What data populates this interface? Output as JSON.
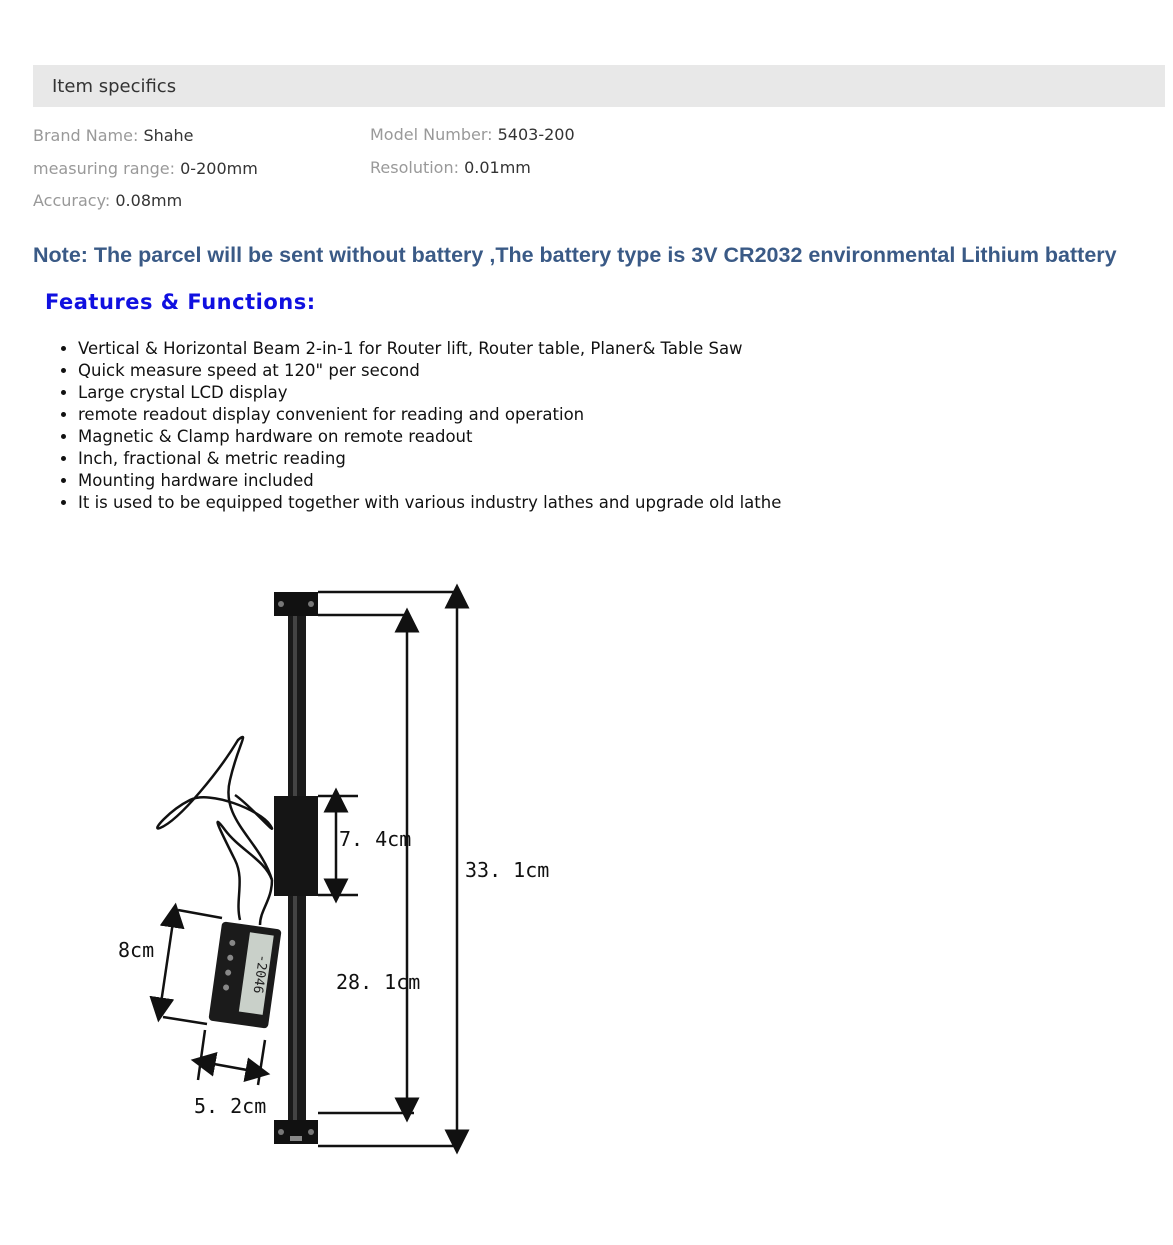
{
  "item_specifics": {
    "title": "Item specifics",
    "specs": [
      {
        "label": "Brand Name:",
        "value": "Shahe"
      },
      {
        "label": "Model Number:",
        "value": "5403-200"
      },
      {
        "label": "measuring range:",
        "value": "0-200mm"
      },
      {
        "label": "Resolution:",
        "value": "0.01mm"
      },
      {
        "label": "Accuracy:",
        "value": "0.08mm"
      }
    ]
  },
  "note": "Note: The parcel will be sent without battery ,The battery type is 3V CR2032 environmental Lithium battery",
  "features": {
    "title": "Features & Functions:",
    "items": [
      "Vertical & Horizontal Beam 2-in-1 for Router lift, Router table, Planer& Table Saw",
      "Quick measure speed at 120\" per second",
      "Large crystal LCD display",
      " remote readout display convenient for reading and operation",
      "Magnetic & Clamp hardware on remote readout",
      "Inch, fractional & metric reading",
      "Mounting hardware included",
      "It is used to be equipped together with various industry lathes and upgrade old lathe"
    ]
  },
  "figure": {
    "dimensions": {
      "slider_height": "7. 4cm",
      "total_length": "33. 1cm",
      "travel_length": "28. 1cm",
      "display_height": "8cm",
      "display_width": "5. 2cm"
    },
    "display_reading": "-2046"
  }
}
